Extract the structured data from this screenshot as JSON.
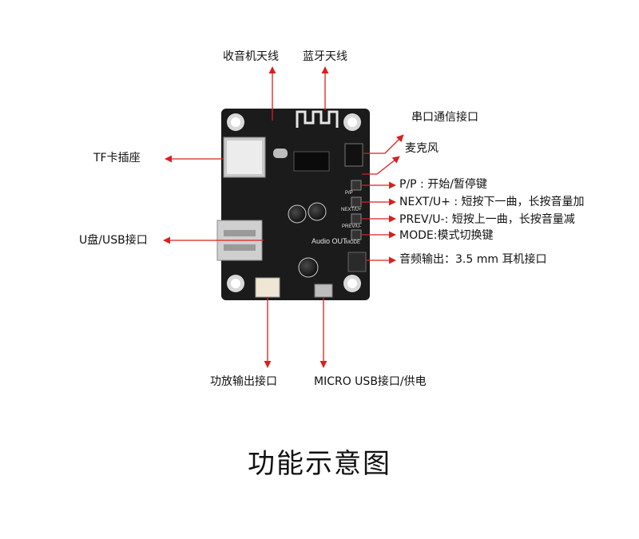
{
  "title": "功能示意图",
  "board_silk": {
    "audio_out": "Audio OUT",
    "pp": "P/P",
    "next": "NEXT/U+",
    "prev": "PREV/U-",
    "mode": "MODE"
  },
  "labels": {
    "fm_antenna": "收音机天线",
    "bt_antenna": "蓝牙天线",
    "uart": "串口通信接口",
    "mic": "麦克风",
    "tf_slot": "TF卡插座",
    "usb_port": "U盘/USB接口",
    "pp": "P/P : 开始/暂停键",
    "next": "NEXT/U+ : 短按下一曲，长按音量加",
    "prev": "PREV/U-: 短按上一曲，长按音量减",
    "mode": "MODE:模式切换键",
    "audio_out": "音频输出：3.5 mm 耳机接口",
    "amp_out": "功放输出接口",
    "micro_usb": "MICRO USB接口/供电"
  },
  "colors": {
    "arrow": "#d82020",
    "board": "#1b1b1b",
    "text": "#111111"
  }
}
